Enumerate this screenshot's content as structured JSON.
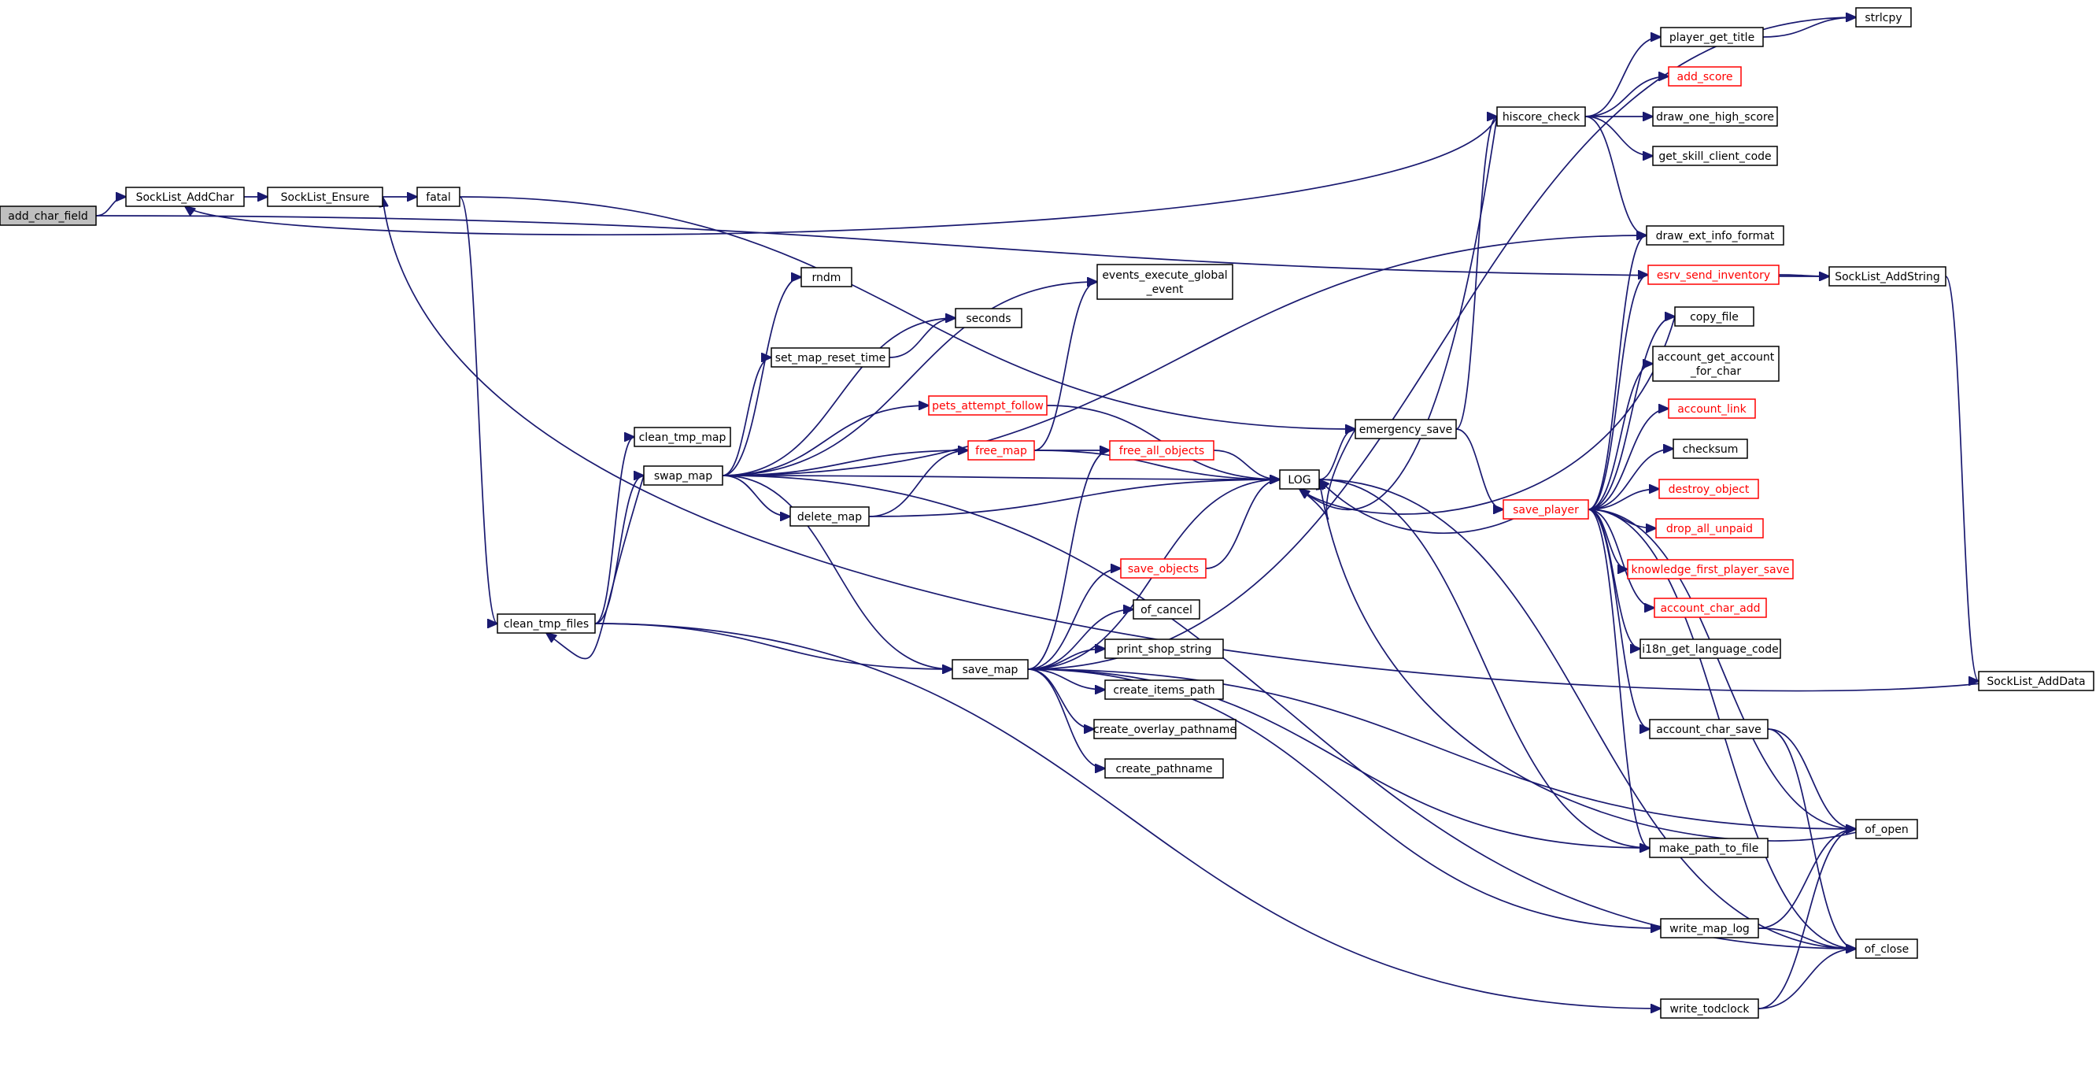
{
  "diagram": {
    "nodes": [
      {
        "id": "add_char_field",
        "lines": [
          "add_char_field"
        ],
        "kind": "root"
      },
      {
        "id": "SockList_AddChar",
        "lines": [
          "SockList_AddChar"
        ],
        "kind": "normal"
      },
      {
        "id": "SockList_Ensure",
        "lines": [
          "SockList_Ensure"
        ],
        "kind": "normal"
      },
      {
        "id": "fatal",
        "lines": [
          "fatal"
        ],
        "kind": "normal"
      },
      {
        "id": "clean_tmp_files",
        "lines": [
          "clean_tmp_files"
        ],
        "kind": "normal"
      },
      {
        "id": "clean_tmp_map",
        "lines": [
          "clean_tmp_map"
        ],
        "kind": "normal"
      },
      {
        "id": "swap_map",
        "lines": [
          "swap_map"
        ],
        "kind": "normal"
      },
      {
        "id": "rndm",
        "lines": [
          "rndm"
        ],
        "kind": "normal"
      },
      {
        "id": "seconds",
        "lines": [
          "seconds"
        ],
        "kind": "normal"
      },
      {
        "id": "set_map_reset_time",
        "lines": [
          "set_map_reset_time"
        ],
        "kind": "normal"
      },
      {
        "id": "pets_attempt_follow",
        "lines": [
          "pets_attempt_follow"
        ],
        "kind": "red"
      },
      {
        "id": "free_map",
        "lines": [
          "free_map"
        ],
        "kind": "red"
      },
      {
        "id": "delete_map",
        "lines": [
          "delete_map"
        ],
        "kind": "normal"
      },
      {
        "id": "events_execute_global_event",
        "lines": [
          "events_execute_global",
          "_event"
        ],
        "kind": "normal"
      },
      {
        "id": "free_all_objects",
        "lines": [
          "free_all_objects"
        ],
        "kind": "red"
      },
      {
        "id": "save_map",
        "lines": [
          "save_map"
        ],
        "kind": "normal"
      },
      {
        "id": "save_objects",
        "lines": [
          "save_objects"
        ],
        "kind": "red"
      },
      {
        "id": "of_cancel",
        "lines": [
          "of_cancel"
        ],
        "kind": "normal"
      },
      {
        "id": "print_shop_string",
        "lines": [
          "print_shop_string"
        ],
        "kind": "normal"
      },
      {
        "id": "create_items_path",
        "lines": [
          "create_items_path"
        ],
        "kind": "normal"
      },
      {
        "id": "create_overlay_pathname",
        "lines": [
          "create_overlay_pathname"
        ],
        "kind": "normal"
      },
      {
        "id": "create_pathname",
        "lines": [
          "create_pathname"
        ],
        "kind": "normal"
      },
      {
        "id": "LOG",
        "lines": [
          "LOG"
        ],
        "kind": "normal"
      },
      {
        "id": "emergency_save",
        "lines": [
          "emergency_save"
        ],
        "kind": "normal"
      },
      {
        "id": "hiscore_check",
        "lines": [
          "hiscore_check"
        ],
        "kind": "normal"
      },
      {
        "id": "save_player",
        "lines": [
          "save_player"
        ],
        "kind": "red"
      },
      {
        "id": "player_get_title",
        "lines": [
          "player_get_title"
        ],
        "kind": "normal"
      },
      {
        "id": "strlcpy",
        "lines": [
          "strlcpy"
        ],
        "kind": "normal"
      },
      {
        "id": "add_score",
        "lines": [
          "add_score"
        ],
        "kind": "red"
      },
      {
        "id": "draw_one_high_score",
        "lines": [
          "draw_one_high_score"
        ],
        "kind": "normal"
      },
      {
        "id": "get_skill_client_code",
        "lines": [
          "get_skill_client_code"
        ],
        "kind": "normal"
      },
      {
        "id": "draw_ext_info_format",
        "lines": [
          "draw_ext_info_format"
        ],
        "kind": "normal"
      },
      {
        "id": "esrv_send_inventory",
        "lines": [
          "esrv_send_inventory"
        ],
        "kind": "red"
      },
      {
        "id": "SockList_AddString",
        "lines": [
          "SockList_AddString"
        ],
        "kind": "normal"
      },
      {
        "id": "copy_file",
        "lines": [
          "copy_file"
        ],
        "kind": "normal"
      },
      {
        "id": "account_get_account_for_char",
        "lines": [
          "account_get_account",
          "_for_char"
        ],
        "kind": "normal"
      },
      {
        "id": "account_link",
        "lines": [
          "account_link"
        ],
        "kind": "red"
      },
      {
        "id": "checksum",
        "lines": [
          "checksum"
        ],
        "kind": "normal"
      },
      {
        "id": "destroy_object",
        "lines": [
          "destroy_object"
        ],
        "kind": "red"
      },
      {
        "id": "drop_all_unpaid",
        "lines": [
          "drop_all_unpaid"
        ],
        "kind": "red"
      },
      {
        "id": "knowledge_first_player_save",
        "lines": [
          "knowledge_first_player_save"
        ],
        "kind": "red"
      },
      {
        "id": "account_char_add",
        "lines": [
          "account_char_add"
        ],
        "kind": "red"
      },
      {
        "id": "i18n_get_language_code",
        "lines": [
          "i18n_get_language_code"
        ],
        "kind": "normal"
      },
      {
        "id": "account_char_save",
        "lines": [
          "account_char_save"
        ],
        "kind": "normal"
      },
      {
        "id": "make_path_to_file",
        "lines": [
          "make_path_to_file"
        ],
        "kind": "normal"
      },
      {
        "id": "of_open",
        "lines": [
          "of_open"
        ],
        "kind": "normal"
      },
      {
        "id": "of_close",
        "lines": [
          "of_close"
        ],
        "kind": "normal"
      },
      {
        "id": "write_map_log",
        "lines": [
          "write_map_log"
        ],
        "kind": "normal"
      },
      {
        "id": "write_todclock",
        "lines": [
          "write_todclock"
        ],
        "kind": "normal"
      },
      {
        "id": "SockList_AddData",
        "lines": [
          "SockList_AddData"
        ],
        "kind": "normal"
      }
    ],
    "edges": [
      [
        "add_char_field",
        "SockList_AddChar"
      ],
      [
        "add_char_field",
        "SockList_AddString"
      ],
      [
        "SockList_AddChar",
        "SockList_Ensure"
      ],
      [
        "SockList_Ensure",
        "fatal"
      ],
      [
        "fatal",
        "clean_tmp_files"
      ],
      [
        "fatal",
        "emergency_save"
      ],
      [
        "clean_tmp_files",
        "clean_tmp_map"
      ],
      [
        "clean_tmp_files",
        "swap_map"
      ],
      [
        "clean_tmp_files",
        "save_map"
      ],
      [
        "swap_map",
        "rndm"
      ],
      [
        "swap_map",
        "seconds"
      ],
      [
        "swap_map",
        "set_map_reset_time"
      ],
      [
        "swap_map",
        "pets_attempt_follow"
      ],
      [
        "swap_map",
        "free_map"
      ],
      [
        "swap_map",
        "delete_map"
      ],
      [
        "swap_map",
        "events_execute_global_event"
      ],
      [
        "swap_map",
        "LOG"
      ],
      [
        "swap_map",
        "save_map"
      ],
      [
        "swap_map",
        "clean_tmp_files"
      ],
      [
        "swap_map",
        "draw_ext_info_format"
      ],
      [
        "swap_map",
        "of_close"
      ],
      [
        "set_map_reset_time",
        "seconds"
      ],
      [
        "pets_attempt_follow",
        "LOG"
      ],
      [
        "free_map",
        "events_execute_global_event"
      ],
      [
        "free_map",
        "free_all_objects"
      ],
      [
        "free_map",
        "LOG"
      ],
      [
        "delete_map",
        "free_map"
      ],
      [
        "delete_map",
        "LOG"
      ],
      [
        "free_all_objects",
        "LOG"
      ],
      [
        "save_map",
        "free_all_objects"
      ],
      [
        "save_map",
        "save_objects"
      ],
      [
        "save_map",
        "of_cancel"
      ],
      [
        "save_map",
        "print_shop_string"
      ],
      [
        "save_map",
        "create_items_path"
      ],
      [
        "save_map",
        "create_overlay_pathname"
      ],
      [
        "save_map",
        "create_pathname"
      ],
      [
        "save_map",
        "LOG"
      ],
      [
        "save_map",
        "strlcpy"
      ],
      [
        "save_map",
        "make_path_to_file"
      ],
      [
        "save_map",
        "of_open"
      ],
      [
        "save_map",
        "write_map_log"
      ],
      [
        "save_objects",
        "LOG"
      ],
      [
        "LOG",
        "emergency_save"
      ],
      [
        "LOG",
        "make_path_to_file"
      ],
      [
        "LOG",
        "of_close"
      ],
      [
        "emergency_save",
        "LOG"
      ],
      [
        "emergency_save",
        "hiscore_check"
      ],
      [
        "emergency_save",
        "save_player"
      ],
      [
        "hiscore_check",
        "LOG"
      ],
      [
        "hiscore_check",
        "SockList_AddChar"
      ],
      [
        "hiscore_check",
        "player_get_title"
      ],
      [
        "hiscore_check",
        "add_score"
      ],
      [
        "hiscore_check",
        "draw_one_high_score"
      ],
      [
        "hiscore_check",
        "get_skill_client_code"
      ],
      [
        "hiscore_check",
        "draw_ext_info_format"
      ],
      [
        "player_get_title",
        "strlcpy"
      ],
      [
        "esrv_send_inventory",
        "SockList_AddString"
      ],
      [
        "SockList_AddString",
        "SockList_AddData"
      ],
      [
        "SockList_AddData",
        "SockList_Ensure"
      ],
      [
        "save_player",
        "LOG"
      ],
      [
        "save_player",
        "draw_ext_info_format"
      ],
      [
        "save_player",
        "esrv_send_inventory"
      ],
      [
        "save_player",
        "copy_file"
      ],
      [
        "save_player",
        "account_get_account_for_char"
      ],
      [
        "save_player",
        "account_link"
      ],
      [
        "save_player",
        "checksum"
      ],
      [
        "save_player",
        "destroy_object"
      ],
      [
        "save_player",
        "drop_all_unpaid"
      ],
      [
        "save_player",
        "knowledge_first_player_save"
      ],
      [
        "save_player",
        "account_char_add"
      ],
      [
        "save_player",
        "i18n_get_language_code"
      ],
      [
        "save_player",
        "account_char_save"
      ],
      [
        "save_player",
        "make_path_to_file"
      ],
      [
        "save_player",
        "of_open"
      ],
      [
        "save_player",
        "of_close"
      ],
      [
        "copy_file",
        "LOG"
      ],
      [
        "account_char_save",
        "of_open"
      ],
      [
        "account_char_save",
        "of_close"
      ],
      [
        "of_open",
        "LOG"
      ],
      [
        "write_map_log",
        "of_open"
      ],
      [
        "write_map_log",
        "of_close"
      ],
      [
        "write_todclock",
        "of_open"
      ],
      [
        "write_todclock",
        "of_close"
      ],
      [
        "clean_tmp_files",
        "write_todclock"
      ]
    ]
  }
}
